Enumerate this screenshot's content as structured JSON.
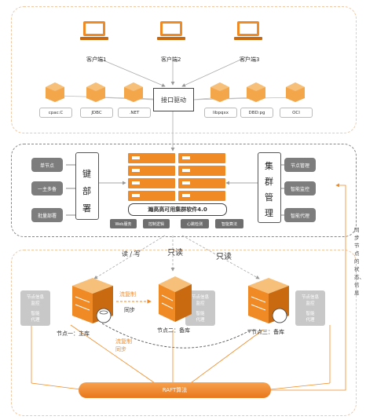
{
  "clients": [
    "客户端1",
    "客户端2",
    "客户端3"
  ],
  "drivers": [
    "cpac:C",
    "JDBC",
    ".NET",
    "libpqxx",
    "DBD:pg",
    "OCI"
  ],
  "interface_driver": "接口驱动",
  "left_buttons": [
    "单节点",
    "一主多备",
    "批量部署"
  ],
  "deploy_chars": [
    "键",
    "部",
    "署"
  ],
  "software_name": "瀚高高可用集群软件4.0",
  "feature_pills": [
    "Web服务",
    "控制逻辑",
    "心跳检测",
    "智能算法"
  ],
  "manage_chars": [
    "集",
    "群",
    "管",
    "理"
  ],
  "right_buttons": [
    "节点管理",
    "智能监控",
    "智能代理"
  ],
  "access_labels": {
    "rw": "读 / 写",
    "ro1": "只读",
    "ro2": "只读"
  },
  "replication": {
    "stream": "流复制",
    "sync": "同步",
    "stream2": "流复制",
    "sync2": "同步"
  },
  "node_boxes": [
    {
      "title": "节点信息",
      "sub": "监控",
      "agent_a": "智能",
      "agent_b": "代理"
    },
    {
      "title": "节点信息",
      "sub": "监控",
      "agent_a": "智能",
      "agent_b": "代理"
    },
    {
      "title": "节点信息",
      "sub": "监控",
      "agent_a": "智能",
      "agent_b": "代理"
    }
  ],
  "node_labels": [
    "节点一：主库",
    "节点二：备库",
    "节点三：备库"
  ],
  "raft": "RAFT算法",
  "side_text": "同步节点的状态、信息",
  "colors": {
    "orange": "#f08a24",
    "dark_orange": "#c96a10",
    "gray": "#7d7d7d"
  }
}
